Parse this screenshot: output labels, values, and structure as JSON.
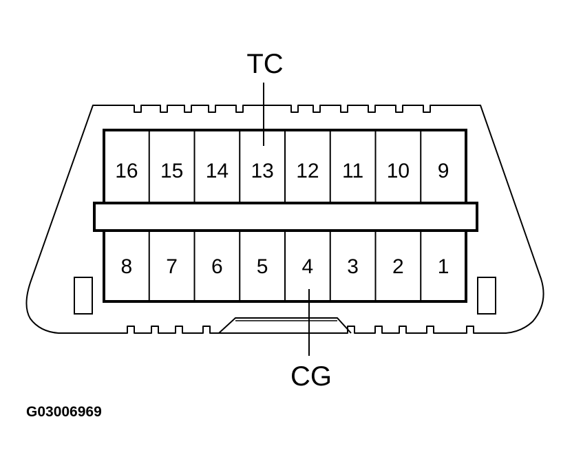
{
  "connector": {
    "top_row_pins": [
      "16",
      "15",
      "14",
      "13",
      "12",
      "11",
      "10",
      "9"
    ],
    "bottom_row_pins": [
      "8",
      "7",
      "6",
      "5",
      "4",
      "3",
      "2",
      "1"
    ]
  },
  "callouts": {
    "tc": {
      "label": "TC",
      "pin": "13"
    },
    "cg": {
      "label": "CG",
      "pin": "4"
    }
  },
  "figure_code": "G03006969"
}
